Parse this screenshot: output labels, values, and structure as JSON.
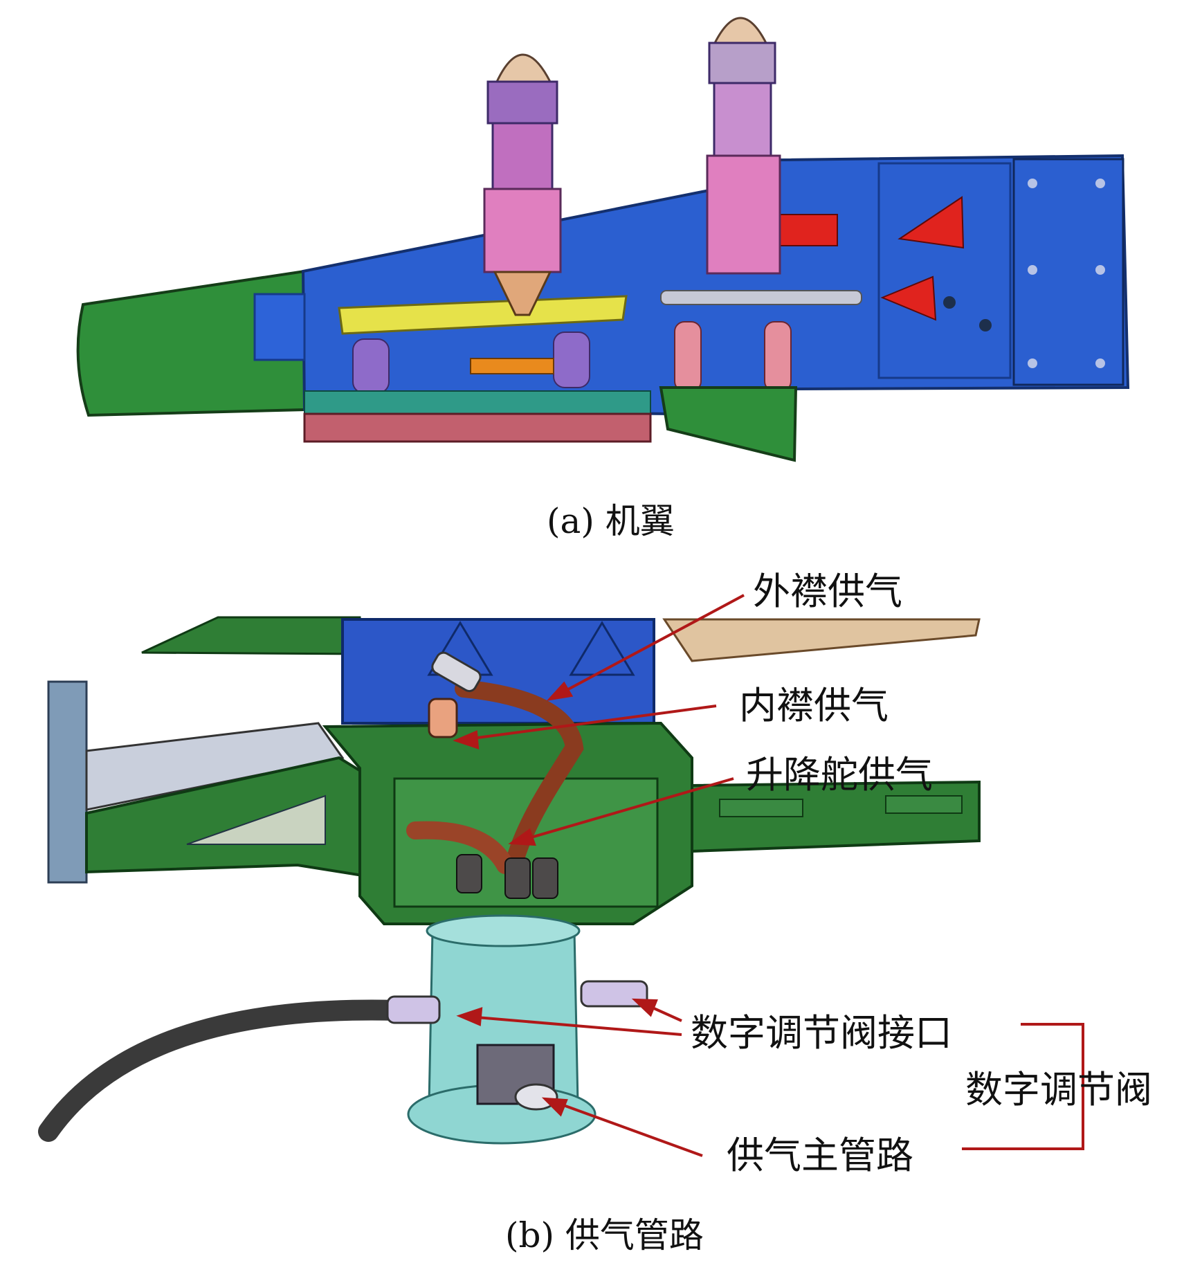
{
  "captions": {
    "a": "(a) 机翼",
    "b": "(b) 供气管路"
  },
  "callouts": {
    "outer_flap_supply": "外襟供气",
    "inner_flap_supply": "内襟供气",
    "elevator_supply": "升降舵供气",
    "digital_valve_interface": "数字调节阀接口",
    "digital_valve": "数字调节阀",
    "main_supply_pipe": "供气主管路"
  },
  "colors": {
    "wing_blue": "#2b5fd0",
    "green_part": "#2f8f3a",
    "yellow_bar": "#e6e24a",
    "red_part": "#e0231e",
    "pink_part": "#e07fbf",
    "callout_line": "#b01818",
    "pipe_brown": "#8a3b1f",
    "glass_cyan": "#8fd6d2"
  }
}
